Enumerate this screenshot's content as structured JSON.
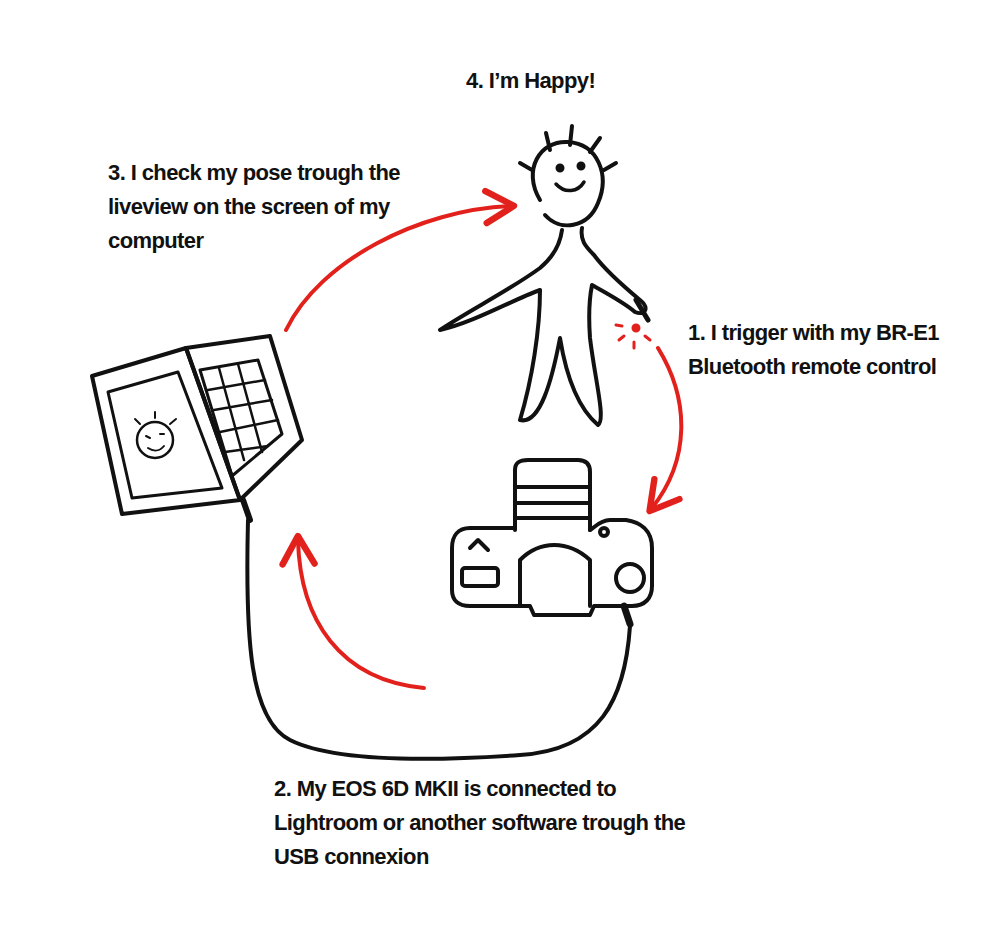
{
  "diagram": {
    "labels": [
      "4. I’m Happy!",
      "3. I check my pose trough the liveview on the screen of my computer",
      "1. I trigger with my BR-E1 Bluetooth remote control",
      "2. My EOS 6D MKII is connected to Lightroom or another software trough the USB connexion"
    ]
  }
}
